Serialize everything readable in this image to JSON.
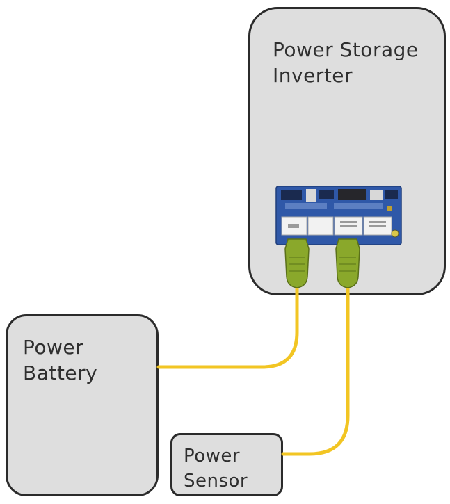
{
  "boxes": {
    "inverter": {
      "line1": "Power Storage",
      "line2": "Inverter"
    },
    "battery": {
      "line1": "Power",
      "line2": "Battery"
    },
    "sensor": {
      "line1": "Power",
      "line2": "Sensor"
    }
  },
  "colors": {
    "box_fill": "#dedede",
    "box_border": "#2b2b2b",
    "wire": "#f2c523",
    "plug": "#8aa82b",
    "board": "#2f58a8"
  },
  "icons": {
    "connector_board": "circuit-board-icon",
    "plug_left": "ethernet-plug-icon",
    "plug_right": "ethernet-plug-icon"
  }
}
